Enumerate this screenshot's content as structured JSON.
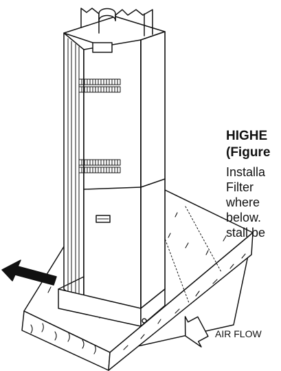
{
  "heading": {
    "line1": "HIGHE",
    "line2": "(Figure"
  },
  "body_text": {
    "line1": "Installa",
    "line2": "Filter",
    "line3": "where",
    "line4": "below.",
    "line5": "stall be"
  },
  "air_flow_label": "AIR FLOW",
  "colors": {
    "ink": "#111111",
    "background": "#ffffff"
  }
}
